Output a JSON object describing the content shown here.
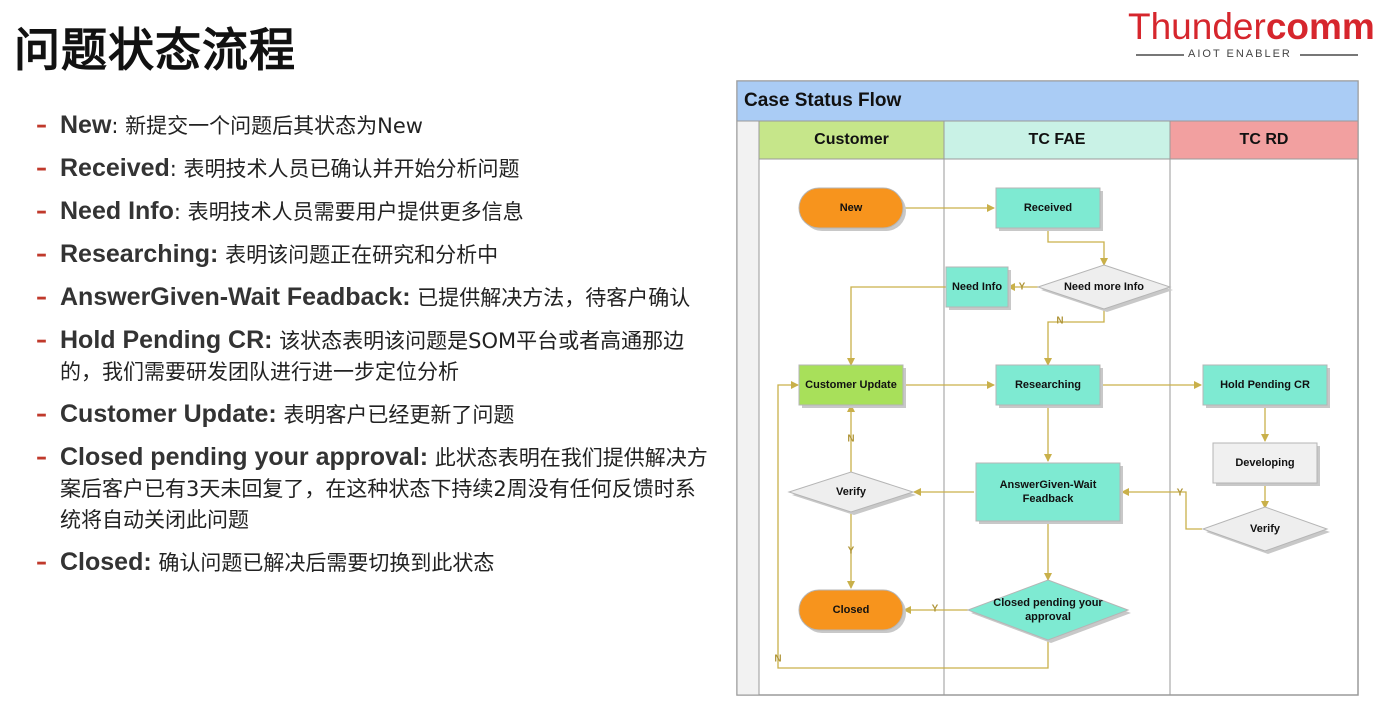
{
  "page": {
    "title": "问题状态流程",
    "logo": {
      "brand_thin": "Thunder",
      "brand_bold": "comm",
      "tagline": "AIOT ENABLER"
    }
  },
  "bullets": [
    {
      "term": "New",
      "desc": ": 新提交一个问题后其状态为New"
    },
    {
      "term": "Received",
      "desc": ": 表明技术人员已确认并开始分析问题"
    },
    {
      "term": "Need Info",
      "desc": ": 表明技术人员需要用户提供更多信息"
    },
    {
      "term": "Researching:",
      "desc": " 表明该问题正在研究和分析中"
    },
    {
      "term": "AnswerGiven-Wait Feadback:",
      "desc": " 已提供解决方法，待客户确认"
    },
    {
      "term": "Hold Pending CR:",
      "desc": " 该状态表明该问题是SOM平台或者高通那边的，我们需要研发团队进行进一步定位分析"
    },
    {
      "term": "Customer Update:",
      "desc": " 表明客户已经更新了问题"
    },
    {
      "term": "Closed pending your approval:",
      "desc": " 此状态表明在我们提供解决方案后客户已有3天未回复了，在这种状态下持续2周没有任何反馈时系统将自动关闭此问题"
    },
    {
      "term": "Closed:",
      "desc": " 确认问题已解决后需要切换到此状态"
    }
  ],
  "diagram": {
    "title": "Case Status Flow",
    "lanes": [
      "Customer",
      "TC FAE",
      "TC  RD"
    ],
    "nodes": {
      "new": "New",
      "received": "Received",
      "need_more_info": "Need more Info",
      "need_info": "Need Info",
      "customer_update": "Customer Update",
      "researching": "Researching",
      "hold_pending_cr": "Hold Pending CR",
      "developing": "Developing",
      "verify_rd": "Verify",
      "answer_line1": "AnswerGiven-Wait",
      "answer_line2": "Feadback",
      "verify_customer": "Verify",
      "closed": "Closed",
      "closed_pending_line1": "Closed pending your",
      "closed_pending_line2": "approval"
    },
    "edge_labels": {
      "yes": "Y",
      "no": "N"
    },
    "colors": {
      "title_bar": "#aaccf5",
      "lane_customer": "#c6e68a",
      "lane_fae": "#c9f2e6",
      "lane_rd": "#f2a0a0",
      "orange": "#f7941d",
      "teal": "#7eead2",
      "green": "#a8e05a",
      "gray_box": "#f0f0f0",
      "diamond": "#eeeeee",
      "connector": "#c9b04a"
    }
  }
}
